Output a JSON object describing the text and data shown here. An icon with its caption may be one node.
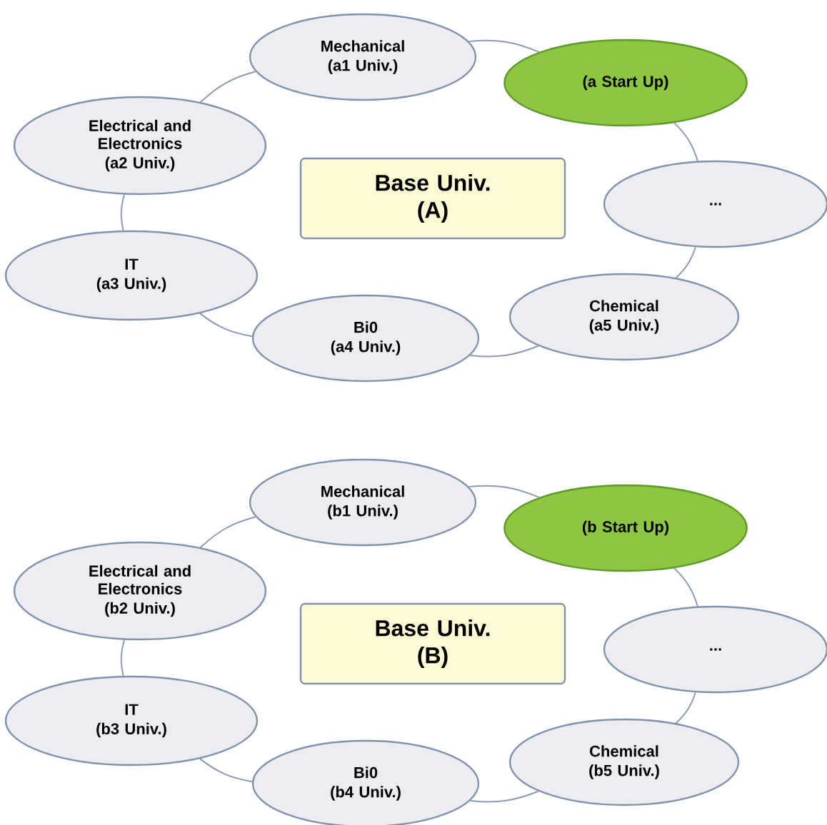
{
  "diagram": {
    "nodes": [
      {
        "text": [
          "Mechanical",
          "(a1 Univ.)"
        ]
      },
      {
        "text": [
          "(a Start Up)"
        ]
      },
      {
        "text": [
          "Electrical and Electronics",
          "(a2 Univ.)"
        ]
      },
      {
        "text": [
          "Base Univ.",
          "(A)"
        ]
      },
      {
        "text": [
          "..."
        ]
      },
      {
        "text": [
          "IT",
          "(a3 Univ.)"
        ]
      },
      {
        "text": [
          "Chemical",
          "(a5 Univ.)"
        ]
      },
      {
        "text": [
          "Bi0",
          "(a4 Univ.)"
        ]
      },
      {
        "text": [
          "Mechanical",
          "(b1 Univ.)"
        ]
      },
      {
        "text": [
          "(b Start Up)"
        ]
      },
      {
        "text": [
          "Electrical and Electronics",
          "(b2 Univ.)"
        ]
      },
      {
        "text": [
          "Base Univ.",
          "(B)"
        ]
      },
      {
        "text": [
          "..."
        ]
      },
      {
        "text": [
          "IT",
          "(b3 Univ.)"
        ]
      },
      {
        "text": [
          "Chemical",
          "(b5 Univ.)"
        ]
      },
      {
        "text": [
          "Bi0",
          "(b4 Univ.)"
        ]
      }
    ],
    "edges": [
      {
        "from": 0,
        "to": 1,
        "arrow": "none"
      },
      {
        "from": 1,
        "to": 4,
        "arrow": "none"
      },
      {
        "from": 4,
        "to": 6,
        "arrow": "none"
      },
      {
        "from": 6,
        "to": 7,
        "arrow": "none"
      },
      {
        "from": 7,
        "to": 5,
        "arrow": "none"
      },
      {
        "from": 5,
        "to": 2,
        "arrow": "none"
      },
      {
        "from": 2,
        "to": 0,
        "arrow": "none"
      },
      {
        "from": 8,
        "to": 9,
        "arrow": "none"
      },
      {
        "from": 9,
        "to": 12,
        "arrow": "none"
      },
      {
        "from": 12,
        "to": 14,
        "arrow": "none"
      },
      {
        "from": 14,
        "to": 15,
        "arrow": "none"
      },
      {
        "from": 15,
        "to": 13,
        "arrow": "none"
      },
      {
        "from": 13,
        "to": 10,
        "arrow": "none"
      },
      {
        "from": 10,
        "to": 8,
        "arrow": "none"
      }
    ]
  }
}
